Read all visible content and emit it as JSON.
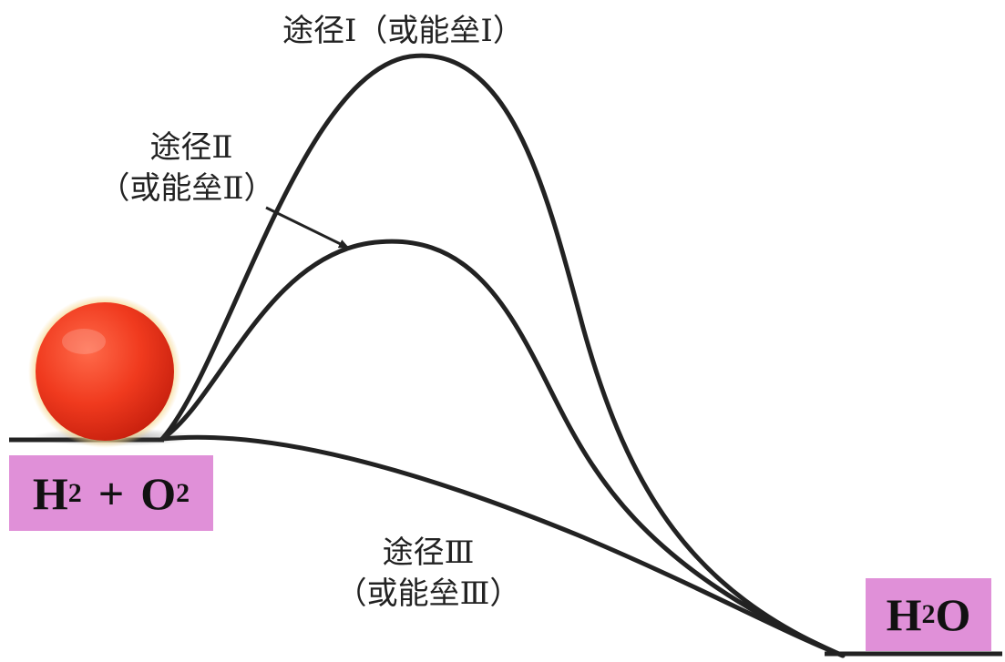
{
  "colors": {
    "background": "#ffffff",
    "curve_stroke": "#222222",
    "label_box_fill": "#e090d8",
    "ball_fill": "#f03a1e",
    "ball_rim": "#f4d08a"
  },
  "labels": {
    "path1": "途径Ⅰ（或能垒Ⅰ）",
    "path2_line1": "途径Ⅱ",
    "path2_line2": "（或能垒Ⅱ）",
    "path3_line1": "途径Ⅲ",
    "path3_line2": "（或能垒Ⅲ）"
  },
  "reactants": {
    "h": "H",
    "h_sub": "2",
    "plus": "+",
    "o": "O",
    "o_sub": "2"
  },
  "product": {
    "h": "H",
    "h_sub": "2",
    "o": "O"
  }
}
